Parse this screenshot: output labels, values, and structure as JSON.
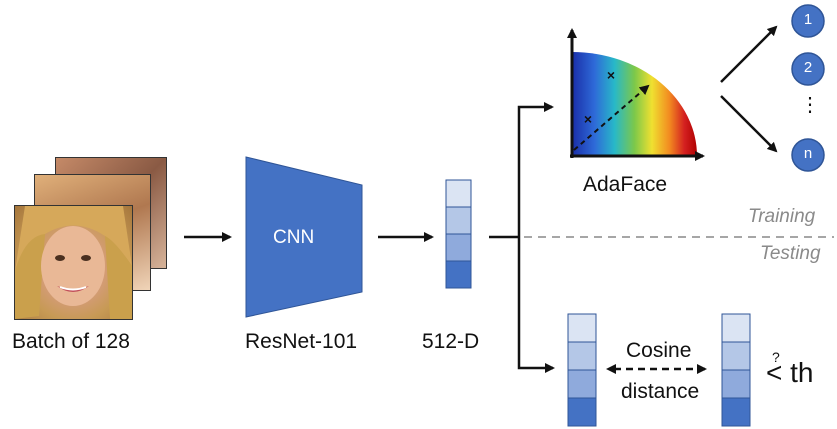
{
  "input": {
    "caption": "Batch of 128"
  },
  "backbone": {
    "inner_label": "CNN",
    "caption": "ResNet-101"
  },
  "embedding": {
    "caption": "512-D"
  },
  "head": {
    "caption": "AdaFace"
  },
  "outputs": {
    "labels": [
      "1",
      "2",
      "n"
    ],
    "ellipsis": "⋮"
  },
  "phases": {
    "training": "Training",
    "testing": "Testing"
  },
  "verification": {
    "metric_line1": "Cosine",
    "metric_line2": "distance",
    "question": "?",
    "threshold": "< th"
  },
  "colors": {
    "block_blue": "#4472c4",
    "feat_light": "#dbe4f3",
    "feat_mid": "#b4c7e7",
    "feat_midblue": "#8faadc",
    "feat_dark": "#4472c4",
    "separator": "#a6a6a6"
  }
}
